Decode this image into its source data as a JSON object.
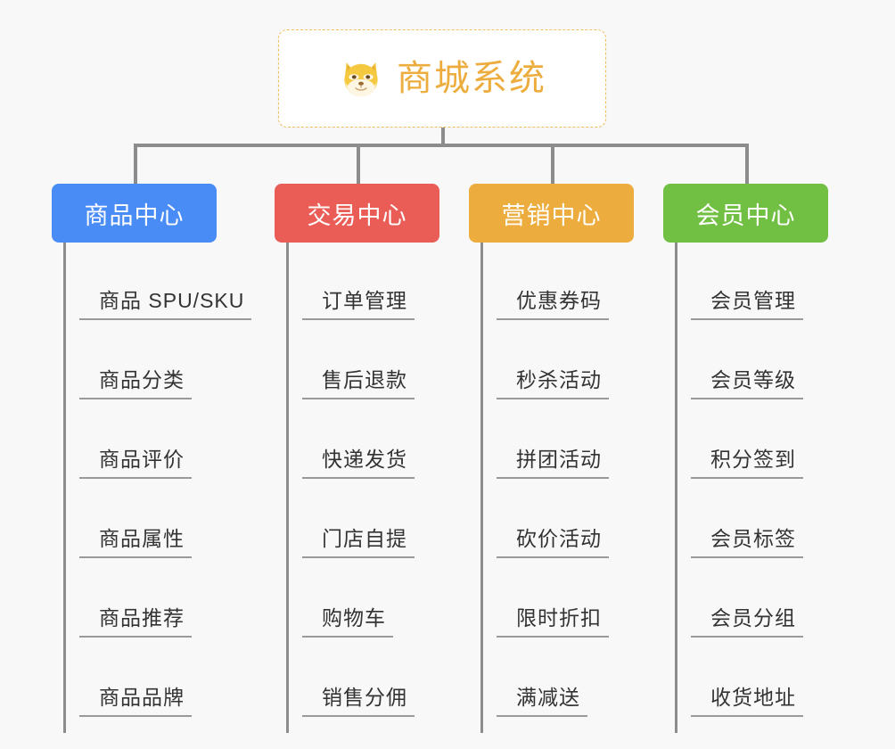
{
  "diagram": {
    "type": "org-chart-mindmap",
    "background_color": "#f8f8f8",
    "root": {
      "title": "商城系统",
      "icon": "shiba-dog-emoji",
      "text_color": "#edad3e",
      "border_color": "#f0c060",
      "background": "#ffffff"
    },
    "connector_color": "#8c8c8c",
    "categories": [
      {
        "label": "商品中心",
        "color": "#4a8cf5",
        "items": [
          "商品 SPU/SKU",
          "商品分类",
          "商品评价",
          "商品属性",
          "商品推荐",
          "商品品牌"
        ]
      },
      {
        "label": "交易中心",
        "color": "#e95d56",
        "items": [
          "订单管理",
          "售后退款",
          "快递发货",
          "门店自提",
          "购物车",
          "销售分佣"
        ]
      },
      {
        "label": "营销中心",
        "color": "#edad3e",
        "items": [
          "优惠券码",
          "秒杀活动",
          "拼团活动",
          "砍价活动",
          "限时折扣",
          "满减送"
        ]
      },
      {
        "label": "会员中心",
        "color": "#72c043",
        "items": [
          "会员管理",
          "会员等级",
          "积分签到",
          "会员标签",
          "会员分组",
          "收货地址"
        ]
      }
    ]
  }
}
